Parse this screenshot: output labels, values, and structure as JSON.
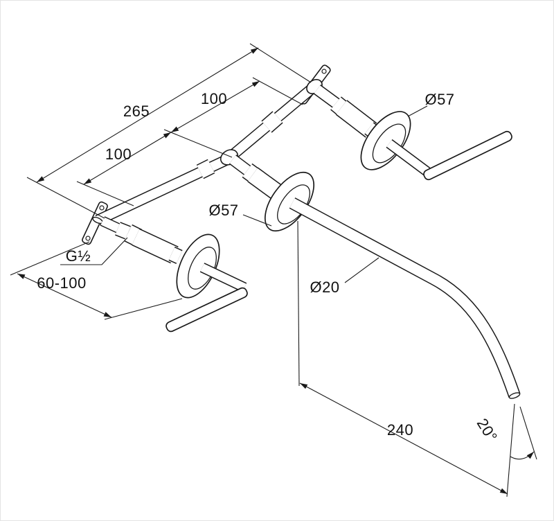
{
  "drawing": {
    "labels": {
      "overall_width": "265",
      "upper_spacing": "100",
      "lower_spacing": "100",
      "flange_diameter_right": "Ø57",
      "flange_diameter_center": "Ø57",
      "thread_size": "G½",
      "installation_depth": "60-100",
      "spout_diameter": "Ø20",
      "spout_reach": "240",
      "spout_angle": "20°"
    },
    "colors": {
      "line": "#1a1a1a",
      "background": "#ffffff"
    }
  }
}
